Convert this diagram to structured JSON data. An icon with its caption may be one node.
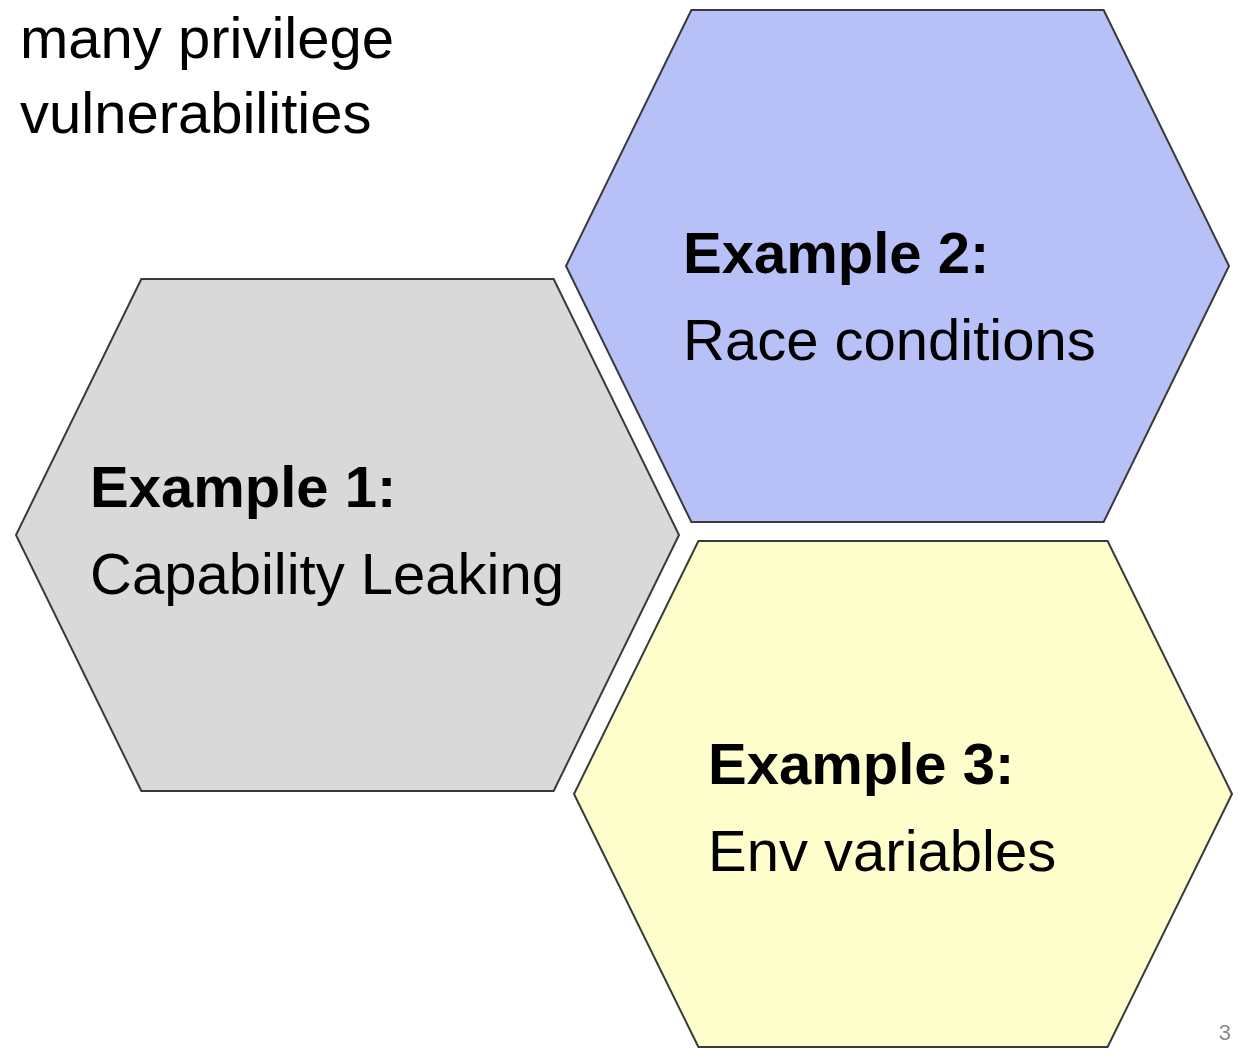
{
  "diagram": {
    "nodes": [
      {
        "text": [
          "Example 1:",
          "Capability Leaking"
        ]
      },
      {
        "text": [
          "Example 2:",
          "Race conditions"
        ]
      },
      {
        "text": [
          "Example 3:",
          "Env variables"
        ]
      }
    ],
    "labels": [
      "many privilege vulnerabilities",
      "3"
    ]
  }
}
